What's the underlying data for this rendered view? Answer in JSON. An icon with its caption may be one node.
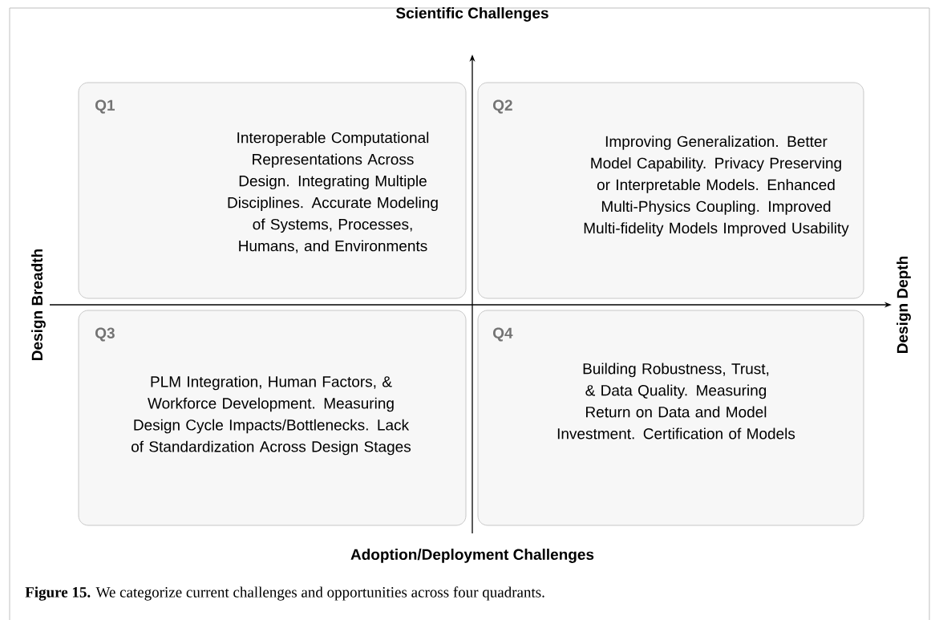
{
  "diagram": {
    "caption": "**Figure 15.** We categorize current challenges and opportunities across four quadrants.",
    "nodes": [
      {
        "text": [
          "Q1",
          "Interoperable Computational Representations Across Design. Integrating Multiple Disciplines. Accurate Modeling of Systems, Processes, Humans, and Environments"
        ]
      },
      {
        "text": [
          "Q2",
          "Improving Generalization. Better Model Capability. Privacy Preserving or Interpretable Models. Enhanced Multi-Physics Coupling. Improved Multi-fidelity Models Improved Usability"
        ]
      },
      {
        "text": [
          "Q3",
          "PLM Integration, Human Factors, & Workforce Development. Measuring Design Cycle Impacts/Bottlenecks. Lack of Standardization Across Design Stages"
        ]
      },
      {
        "text": [
          "Q4",
          "Building Robustness, Trust, & Data Quality. Measuring Return on Data and Model Investment. Certification of Models"
        ]
      }
    ],
    "labels": [
      "Scientific Challenges",
      "Design Breadth",
      "Design Depth",
      "Adoption/Deployment Challenges"
    ]
  }
}
